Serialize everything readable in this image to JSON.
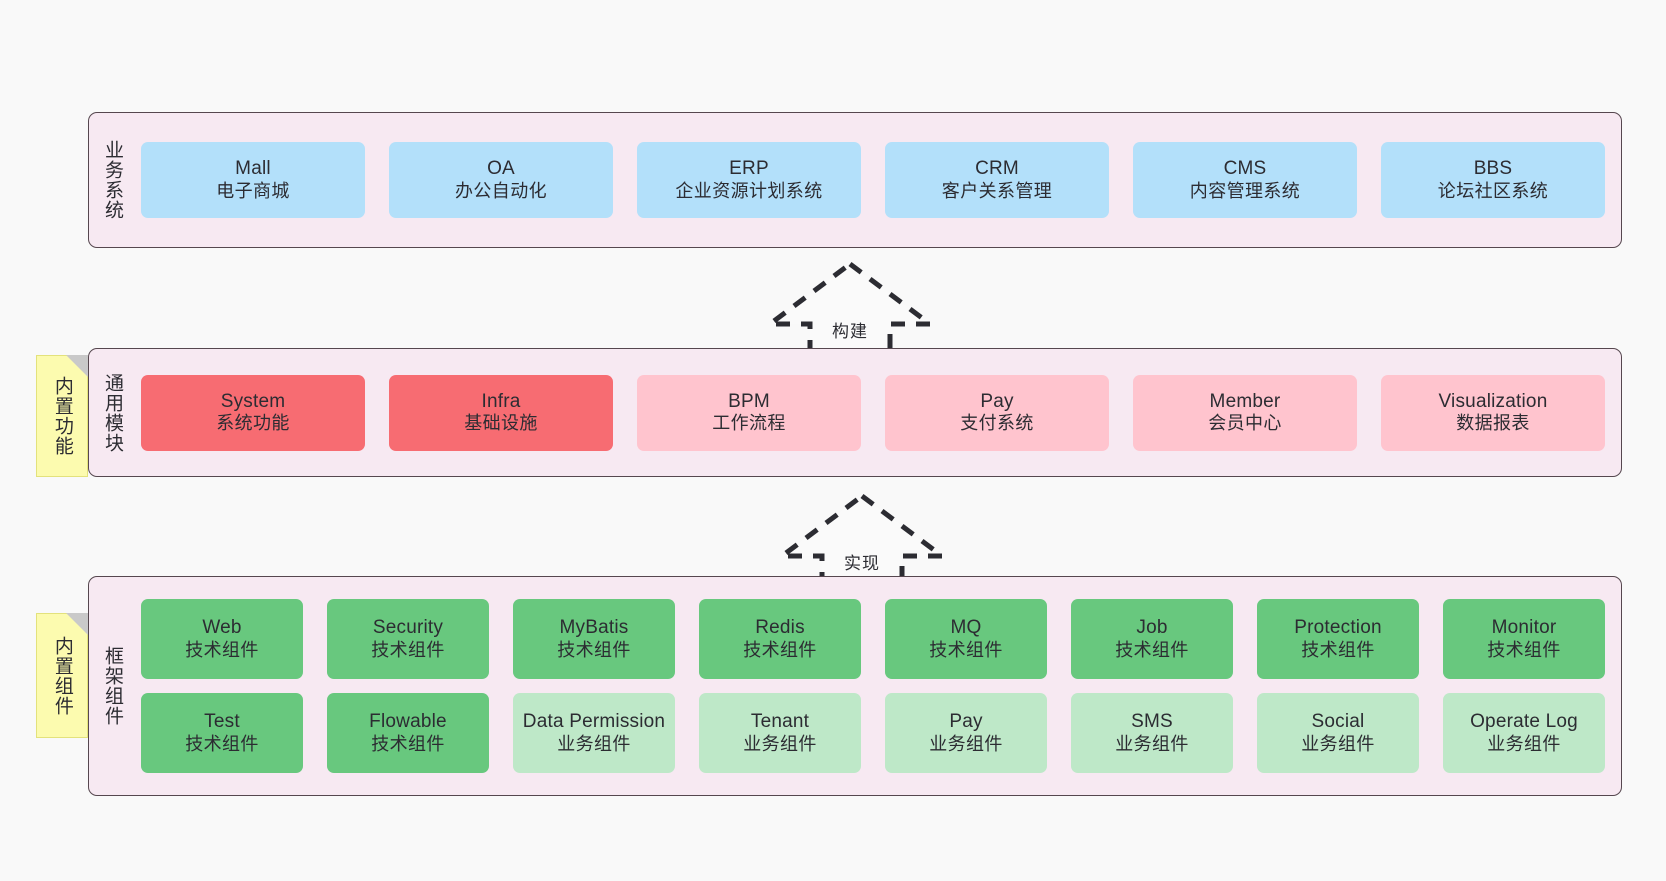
{
  "diagram": {
    "background_color": "#F9F9F9",
    "panel_color": "#F7E9F2",
    "panel_border_color": "#56474F"
  },
  "layers": [
    {
      "id": "business-system",
      "title": "业务系统",
      "rows": [
        {
          "cells": [
            {
              "en": "Mall",
              "cn": "电子商城",
              "color": "#B3E0FA"
            },
            {
              "en": "OA",
              "cn": "办公自动化",
              "color": "#B3E0FA"
            },
            {
              "en": "ERP",
              "cn": "企业资源计划系统",
              "color": "#B3E0FA"
            },
            {
              "en": "CRM",
              "cn": "客户关系管理",
              "color": "#B3E0FA"
            },
            {
              "en": "CMS",
              "cn": "内容管理系统",
              "color": "#B3E0FA"
            },
            {
              "en": "BBS",
              "cn": "论坛社区系统",
              "color": "#B3E0FA"
            }
          ]
        }
      ]
    },
    {
      "id": "common-module",
      "title": "通用模块",
      "tag": "内置功能",
      "rows": [
        {
          "cells": [
            {
              "en": "System",
              "cn": "系统功能",
              "color": "#F76C72"
            },
            {
              "en": "Infra",
              "cn": "基础设施",
              "color": "#F76C72"
            },
            {
              "en": "BPM",
              "cn": "工作流程",
              "color": "#FFC4CE"
            },
            {
              "en": "Pay",
              "cn": "支付系统",
              "color": "#FFC4CE"
            },
            {
              "en": "Member",
              "cn": "会员中心",
              "color": "#FFC4CE"
            },
            {
              "en": "Visualization",
              "cn": "数据报表",
              "color": "#FFC4CE"
            }
          ]
        }
      ]
    },
    {
      "id": "framework-component",
      "title": "框架组件",
      "tag": "内置组件",
      "rows": [
        {
          "cells": [
            {
              "en": "Web",
              "cn": "技术组件",
              "color": "#68C87E"
            },
            {
              "en": "Security",
              "cn": "技术组件",
              "color": "#68C87E"
            },
            {
              "en": "MyBatis",
              "cn": "技术组件",
              "color": "#68C87E"
            },
            {
              "en": "Redis",
              "cn": "技术组件",
              "color": "#68C87E"
            },
            {
              "en": "MQ",
              "cn": "技术组件",
              "color": "#68C87E"
            },
            {
              "en": "Job",
              "cn": "技术组件",
              "color": "#68C87E"
            },
            {
              "en": "Protection",
              "cn": "技术组件",
              "color": "#68C87E"
            },
            {
              "en": "Monitor",
              "cn": "技术组件",
              "color": "#68C87E"
            }
          ]
        },
        {
          "cells": [
            {
              "en": "Test",
              "cn": "技术组件",
              "color": "#68C87E"
            },
            {
              "en": "Flowable",
              "cn": "技术组件",
              "color": "#68C87E"
            },
            {
              "en": "Data Permission",
              "cn": "业务组件",
              "color": "#BEE8C8"
            },
            {
              "en": "Tenant",
              "cn": "业务组件",
              "color": "#BEE8C8"
            },
            {
              "en": "Pay",
              "cn": "业务组件",
              "color": "#BEE8C8"
            },
            {
              "en": "SMS",
              "cn": "业务组件",
              "color": "#BEE8C8"
            },
            {
              "en": "Social",
              "cn": "业务组件",
              "color": "#BEE8C8"
            },
            {
              "en": "Operate Log",
              "cn": "业务组件",
              "color": "#BEE8C8"
            }
          ]
        }
      ]
    }
  ],
  "connectors": [
    {
      "id": "build",
      "label": "构建",
      "direction": "up",
      "style": "dashed-hollow-arrow"
    },
    {
      "id": "implement",
      "label": "实现",
      "direction": "up",
      "style": "dashed-hollow-arrow"
    }
  ]
}
